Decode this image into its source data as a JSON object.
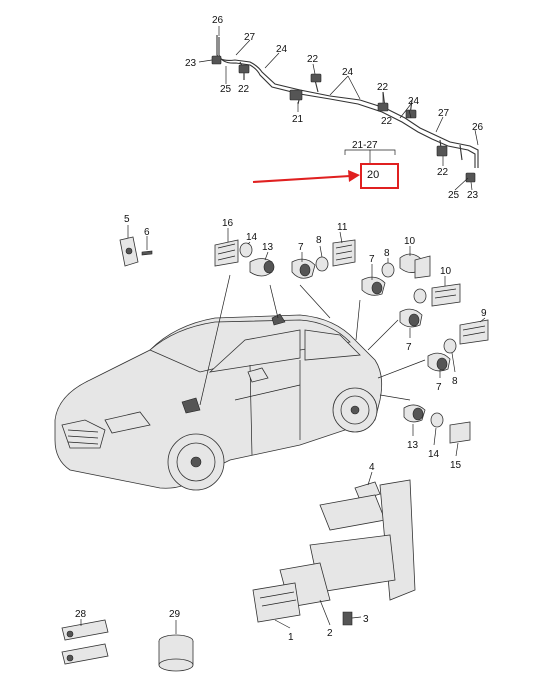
{
  "callouts": {
    "c26a": "26",
    "c27a": "27",
    "c23a": "23",
    "c25a": "25",
    "c22a": "22",
    "c24a": "24",
    "c22b": "22",
    "c24b": "24",
    "c22c": "22",
    "c21": "21",
    "c22d": "22",
    "c24c": "24",
    "c27b": "27",
    "c26b": "26",
    "c22e": "22",
    "c25b": "25",
    "c23b": "23",
    "c2127": "21-27",
    "c20": "20",
    "c5": "5",
    "c6": "6",
    "c16": "16",
    "c14a": "14",
    "c13a": "13",
    "c7a": "7",
    "c8a": "8",
    "c11": "11",
    "c7b": "7",
    "c8b": "8",
    "c10a": "10",
    "c10b": "10",
    "c9": "9",
    "c7c": "7",
    "c7d": "7",
    "c8c": "8",
    "c13b": "13",
    "c14b": "14",
    "c15": "15",
    "c4": "4",
    "c1": "1",
    "c2": "2",
    "c3": "3",
    "c28": "28",
    "c29": "29"
  },
  "highlight_color": "#e02020"
}
